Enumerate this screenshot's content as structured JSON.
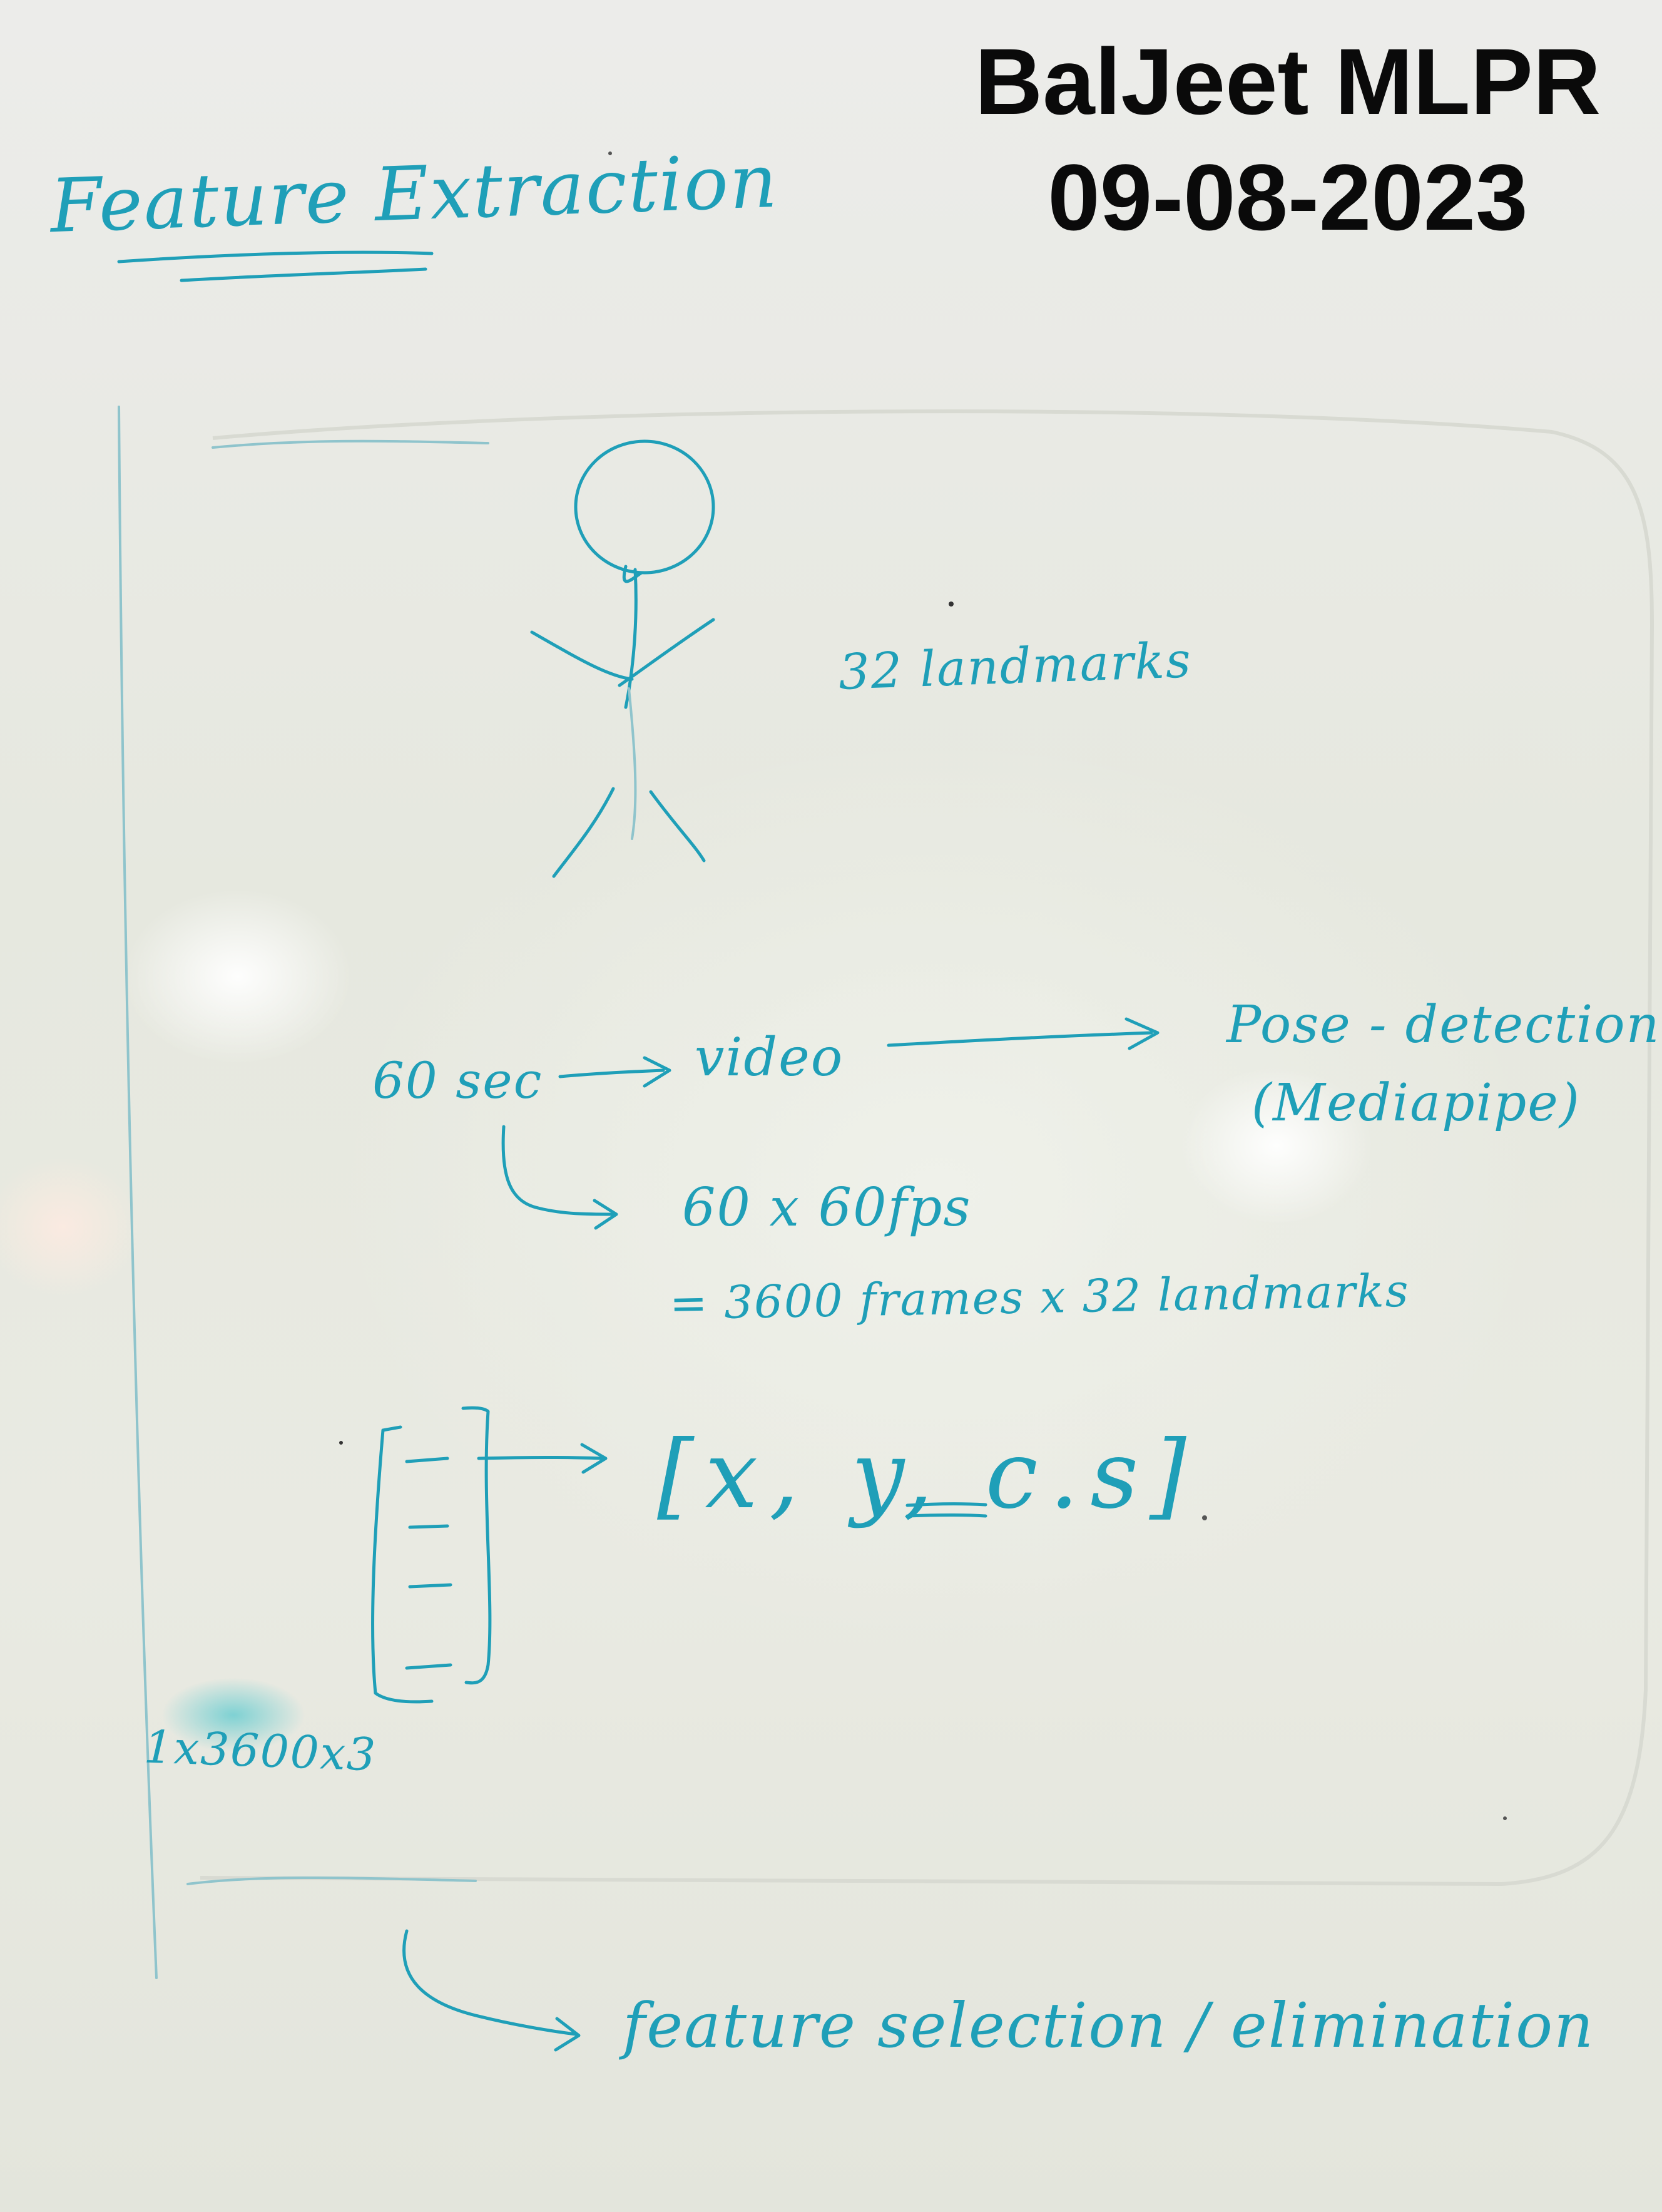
{
  "stamp": {
    "line1": "BalJeet MLPR",
    "line2": "09-08-2023"
  },
  "whiteboard": {
    "title": "Feature Extraction",
    "landmarks_note": "32 landmarks",
    "input_duration": "60 sec",
    "input_type": "video",
    "pose_detection": "Pose - detection",
    "pose_tool": "(Mediapipe)",
    "frames_calc": "60 x 60fps",
    "frames_result": "= 3600 frames x 32 landmarks",
    "vector": "[x, y, c.s]",
    "shape": "1x3600x3",
    "next_step": "feature selection / elimination"
  },
  "colors": {
    "marker": "#1f9fb8",
    "board": "#e9eae3",
    "stamp_text": "#0a0a0a"
  }
}
